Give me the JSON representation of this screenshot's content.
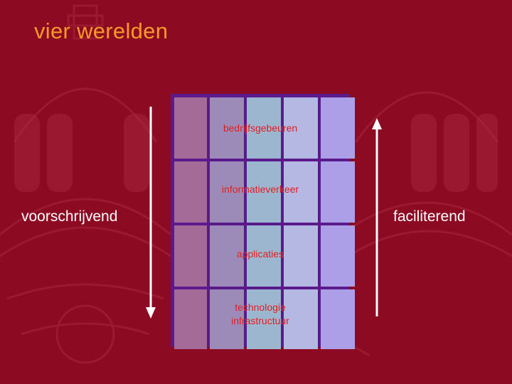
{
  "slide": {
    "title": "vier werelden"
  },
  "layers": [
    {
      "label": "bedrijfsgebeuren"
    },
    {
      "label": "informatieverkeer"
    },
    {
      "label": "applicaties"
    },
    {
      "label": "technologie\ninfrastructuur"
    }
  ],
  "axis": {
    "left_label": "voorschrijvend",
    "right_label": "faciliterend"
  },
  "colors": {
    "background": "#8c0a22",
    "title": "#f59a2a",
    "layer_text": "#d8151c",
    "grid_border": "#5a1a8c",
    "columns": [
      "#a46a98",
      "#9c8ab8",
      "#9db6cf",
      "#b6b8e4",
      "#ad9ee8"
    ]
  }
}
